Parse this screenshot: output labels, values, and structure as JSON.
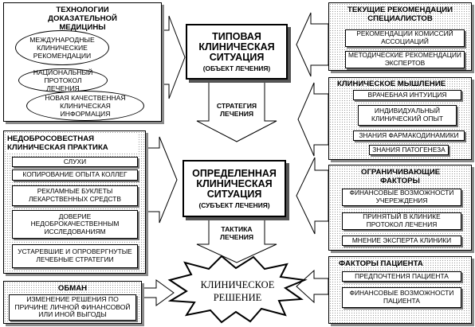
{
  "center": {
    "top": {
      "title": "ТИПОВАЯ КЛИНИЧЕСКАЯ СИТУАЦИЯ",
      "subtitle": "(ОБЪЕКТ ЛЕЧЕНИЯ)"
    },
    "strategy_label": "СТРАТЕГИЯ ЛЕЧЕНИЯ",
    "middle": {
      "title": "ОПРЕДЕЛЕННАЯ КЛИНИЧЕСКАЯ СИТУАЦИЯ",
      "subtitle": "(СУБЪЕКТ ЛЕЧЕНИЯ)"
    },
    "tactics_label": "ТАКТИКА ЛЕЧЕНИЯ",
    "decision": "КЛИНИЧЕСКОЕ РЕШЕНИЕ"
  },
  "left": {
    "evidence": {
      "title": "ТЕХНОЛОГИИ ДОКАЗАТЕЛЬНОЙ МЕДИЦИНЫ",
      "items": [
        "МЕЖДУНАРОДНЫЕ КЛИНИЧЕСКИЕ РЕКОМЕНДАЦИИ",
        "НАЦИОНАЛЬНЫЙ ПРОТОКОЛ ЛЕЧЕНИЯ",
        "НОВАЯ КАЧЕСТВЕННАЯ КЛИНИЧЕСКАЯ ИНФОРМАЦИЯ"
      ]
    },
    "bad_practice": {
      "title": "НЕДОБРОСОВЕСТНАЯ КЛИНИЧЕСКАЯ ПРАКТИКА",
      "items": [
        "СЛУХИ",
        "КОПИРОВАНИЕ ОПЫТА КОЛЛЕГ",
        "РЕКЛАМНЫЕ БУКЛЕТЫ ЛЕКАРСТВЕННЫХ СРЕДСТВ",
        "ДОВЕРИЕ НЕДОБРОКАЧЕСТВЕННЫМ ИССЛЕДОВАНИЯМ",
        "УСТАРЕВШИЕ И ОПРОВЕРГНУТЫЕ ЛЕЧЕБНЫЕ СТРАТЕГИИ"
      ]
    },
    "deception": {
      "title": "ОБМАН",
      "text": "ИЗМЕНЕНИЕ РЕШЕНИЯ ПО ПРИЧИНЕ ЛИЧНОЙ ФИНАНСОВОЙ ИЛИ ИНОЙ ВЫГОДЫ"
    }
  },
  "right": {
    "current_recs": {
      "title": "ТЕКУЩИЕ РЕКОМЕНДАЦИИ СПЕЦИАЛИСТОВ",
      "items": [
        "РЕКОМЕНДАЦИИ КОМИССИЙ АССОЦИАЦИЙ",
        "МЕТОДИЧЕСКИЕ РЕКОМЕНДАЦИИ ЭКСПЕРТОВ"
      ]
    },
    "clinical_thinking": {
      "title": "КЛИНИЧЕСКОЕ МЫШЛЕНИЕ",
      "items": [
        "ВРАЧЕБНАЯ ИНТУИЦИЯ",
        "ИНДИВИДУАЛЬНЫЙ КЛИНИЧЕСКИЙ ОПЫТ",
        "ЗНАНИЯ ФАРМАКОДИНАМИКИ",
        "ЗНАНИЯ ПАТОГЕНЕЗА"
      ]
    },
    "limiting": {
      "title": "ОГРАНИЧИВАЮЩИЕ ФАКТОРЫ",
      "items": [
        "ФИНАНСОВЫЕ ВОЗМОЖНОСТИ УЧЕРЕЖДЕНИЯ",
        "ПРИНЯТЫЙ В КЛИНИКЕ ПРОТОКОЛ ЛЕЧЕНИЯ",
        "МНЕНИЕ ЭКСПЕРТА КЛИНИКИ"
      ]
    },
    "patient": {
      "title": "ФАКТОРЫ ПАЦИЕНТА",
      "items": [
        "ПРЕДПОЧТЕНИЯ ПАЦИЕНТА",
        "ФИНАНСОВЫЕ ВОЗМОЖНОСТИ ПАЦИЕНТА"
      ]
    }
  }
}
